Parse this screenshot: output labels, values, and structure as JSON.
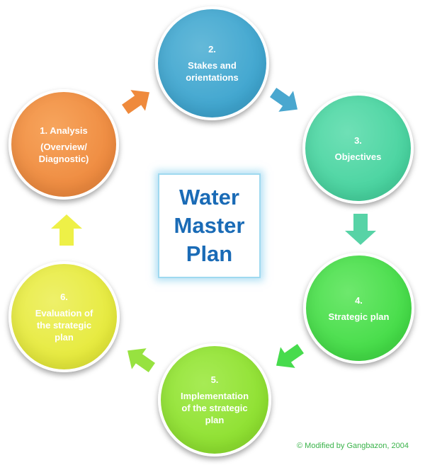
{
  "title": "Water\nMaster\nPlan",
  "steps": [
    {
      "number": "1.",
      "label": "Analysis",
      "sub": "(Overview/\nDiagnostic)",
      "color": "#ee8a3f"
    },
    {
      "number": "2.",
      "label": "Stakes and\norientations",
      "color": "#3fa5cf"
    },
    {
      "number": "3.",
      "label": "Objectives",
      "color": "#48d39f"
    },
    {
      "number": "4.",
      "label": "Strategic plan",
      "color": "#44dc47"
    },
    {
      "number": "5.",
      "label": "Implementation\nof the strategic\nplan",
      "color": "#8ee030"
    },
    {
      "number": "6.",
      "label": "Evaluation of\nthe strategic\nplan",
      "color": "#e6ea3b"
    }
  ],
  "arrow_colors": [
    "#ef8a3c",
    "#4aa7cf",
    "#57d3a6",
    "#47db4d",
    "#97e240",
    "#eef047"
  ],
  "credit": "© Modified by Gangbazon, 2004"
}
